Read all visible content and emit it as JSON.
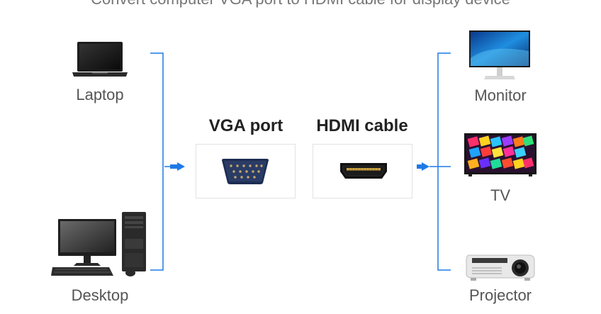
{
  "header_text": "Convert computer VGA port to HDMI cable for display device",
  "sources": {
    "laptop": {
      "label": "Laptop",
      "icon": "laptop-icon"
    },
    "desktop": {
      "label": "Desktop",
      "icon": "desktop-computer-icon"
    }
  },
  "connectors": {
    "vga": {
      "title": "VGA port",
      "icon": "vga-connector-icon"
    },
    "hdmi": {
      "title": "HDMI cable",
      "icon": "hdmi-connector-icon"
    }
  },
  "outputs": {
    "monitor": {
      "label": "Monitor",
      "icon": "monitor-icon"
    },
    "tv": {
      "label": "TV",
      "icon": "tv-icon"
    },
    "projector": {
      "label": "Projector",
      "icon": "projector-icon"
    }
  },
  "colors": {
    "line": "#1e7ae6",
    "text": "#555555",
    "title": "#222222"
  }
}
